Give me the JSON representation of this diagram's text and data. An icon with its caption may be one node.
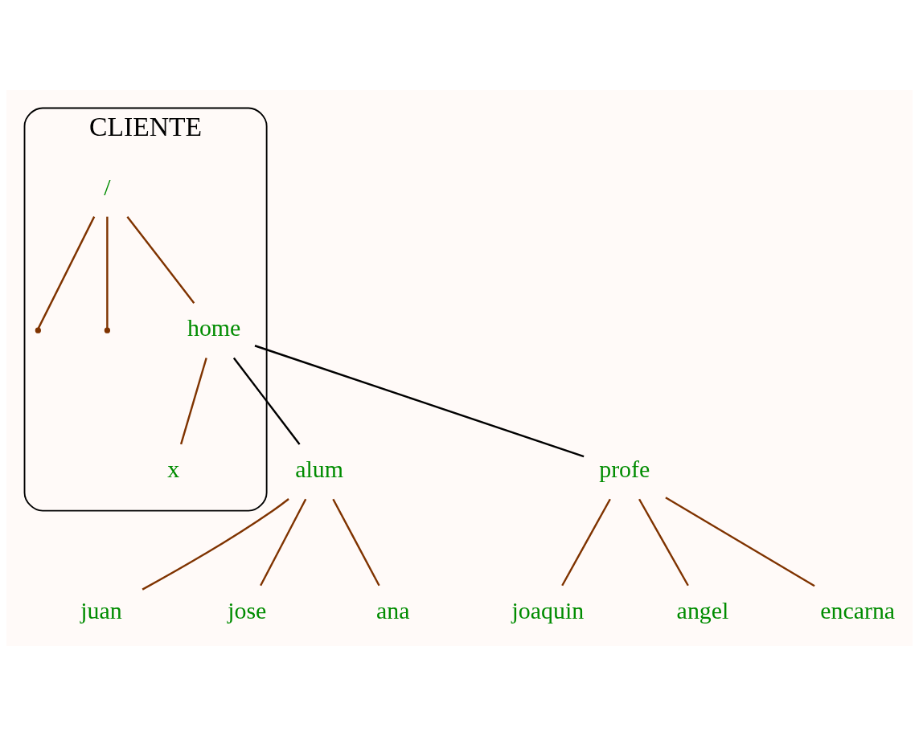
{
  "diagram": {
    "nodes": [
      {
        "text": [
          "CLIENTE"
        ]
      },
      {
        "text": [
          "/"
        ],
        "in": 0
      },
      {
        "text": [],
        "shape": "point",
        "in": 0
      },
      {
        "text": [],
        "shape": "point",
        "in": 0
      },
      {
        "text": [
          "home"
        ],
        "in": 0
      },
      {
        "text": [
          "x"
        ],
        "in": 0
      },
      {
        "text": [
          "alum"
        ]
      },
      {
        "text": [
          "profe"
        ]
      },
      {
        "text": [
          "juan"
        ]
      },
      {
        "text": [
          "jose"
        ]
      },
      {
        "text": [
          "ana"
        ]
      },
      {
        "text": [
          "joaquin"
        ]
      },
      {
        "text": [
          "angel"
        ]
      },
      {
        "text": [
          "encarna"
        ]
      }
    ],
    "edges": [
      {
        "from": 1,
        "to": 2,
        "arrow": "none"
      },
      {
        "from": 1,
        "to": 3,
        "arrow": "none"
      },
      {
        "from": 1,
        "to": 4,
        "arrow": "none"
      },
      {
        "from": 4,
        "to": 6,
        "arrow": "none",
        "color": "#000000"
      },
      {
        "from": 4,
        "to": 5,
        "arrow": "none"
      },
      {
        "from": 4,
        "to": 7,
        "arrow": "none",
        "color": "#000000"
      },
      {
        "from": 6,
        "to": 8,
        "arrow": "none"
      },
      {
        "from": 6,
        "to": 9,
        "arrow": "none"
      },
      {
        "from": 6,
        "to": 10,
        "arrow": "none"
      },
      {
        "from": 7,
        "to": 11,
        "arrow": "none"
      },
      {
        "from": 7,
        "to": 12,
        "arrow": "none"
      },
      {
        "from": 7,
        "to": 13,
        "arrow": "none"
      }
    ]
  }
}
